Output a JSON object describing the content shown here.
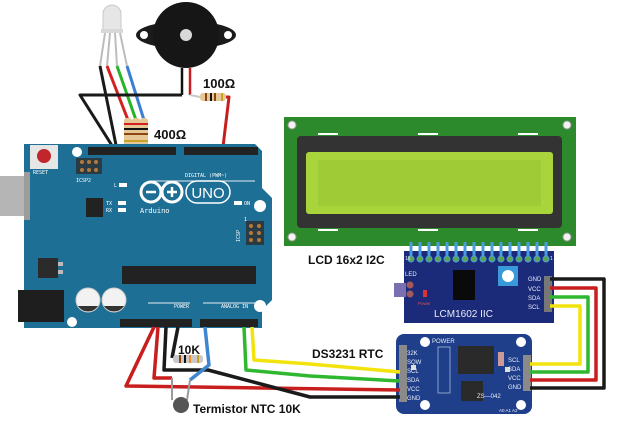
{
  "diagram": {
    "title": "Arduino UNO circuit with LCD 16x2 I2C, DS3231 RTC, NTC thermistor, RGB LED and buzzer",
    "labels": {
      "resistor_buzzer": "100Ω",
      "resistor_led": "400Ω",
      "resistor_thermistor": "10K",
      "lcd": "LCD 16x2 I2C",
      "rtc": "DS3231 RTC",
      "thermistor": "Termistor NTC 10K"
    },
    "arduino": {
      "brand": "Arduino",
      "model": "UNO",
      "reset_label": "RESET",
      "icsp2_label": "ICSP2",
      "icsp_label": "ICSP",
      "led_l": "L",
      "led_tx": "TX",
      "led_rx": "RX",
      "led_on": "ON",
      "digital_label": "DIGITAL (PWM~)",
      "power_label": "POWER",
      "analog_label": "ANALOG IN",
      "icsp_pin1": "1"
    },
    "i2c_backpack": {
      "name": "LCM1602 IIC",
      "pin_16": "16",
      "pin_1": "1",
      "led_label": "LED",
      "power_label": "Power",
      "pins": [
        "GND",
        "VCC",
        "SDA",
        "SCL"
      ]
    },
    "rtc_module": {
      "power_label": "POWER",
      "chip_label": "ZS—042",
      "addr_label": "A0 A1 A2",
      "left_pins": [
        "32K",
        "SQW",
        "SCL",
        "SDA",
        "VCC",
        "GND"
      ],
      "right_pins": [
        "SCL",
        "SDA",
        "VCC",
        "GND"
      ]
    },
    "wire_colors": {
      "gnd": "#1a1a1a",
      "vcc": "#c81e1e",
      "sda": "#2fb82f",
      "scl": "#f2e30c",
      "led_red": "#d42020",
      "led_green": "#28b428",
      "led_blue": "#3a7fd0",
      "analog": "#3f86d1"
    },
    "component_colors": {
      "board_blue": "#1d6f95",
      "lcd_pcb": "#2c8a2c",
      "lcd_screen": "#a9d43c",
      "backpack": "#1c2a7a",
      "rtc_board": "#1f3f8a"
    }
  }
}
